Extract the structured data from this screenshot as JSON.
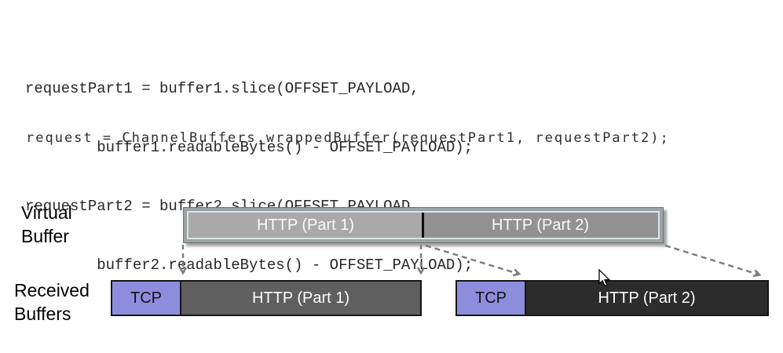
{
  "code": {
    "lines": [
      "requestPart1 = buffer1.slice(OFFSET_PAYLOAD,",
      "        buffer1.readableBytes() - OFFSET_PAYLOAD);",
      "requestPart2 = buffer2.slice(OFFSET_PAYLOAD,",
      "        buffer2.readableBytes() - OFFSET_PAYLOAD);"
    ],
    "wrap_line": "request = ChannelBuffers.wrappedBuffer(requestPart1, requestPart2);"
  },
  "diagram": {
    "virtual_buffer": {
      "label": "Virtual\nBuffer",
      "part1_label": "HTTP (Part 1)",
      "part2_label": "HTTP (Part 2)"
    },
    "received": {
      "label": "Received\nBuffers",
      "buffer1": {
        "tcp_label": "TCP",
        "http_label": "HTTP (Part 1)"
      },
      "buffer2": {
        "tcp_label": "TCP",
        "http_label": "HTTP (Part 2)"
      }
    },
    "colors": {
      "tcp_fill": "#8d8dde",
      "received_http1_fill": "#5f5f5f",
      "received_http2_fill": "#2c2c2c",
      "virtual_part1_fill": "#a9a9a9",
      "virtual_part2_fill": "#929292",
      "virtual_frame_band": "#9ba4a4",
      "arrow": "#7d7d7d"
    }
  }
}
